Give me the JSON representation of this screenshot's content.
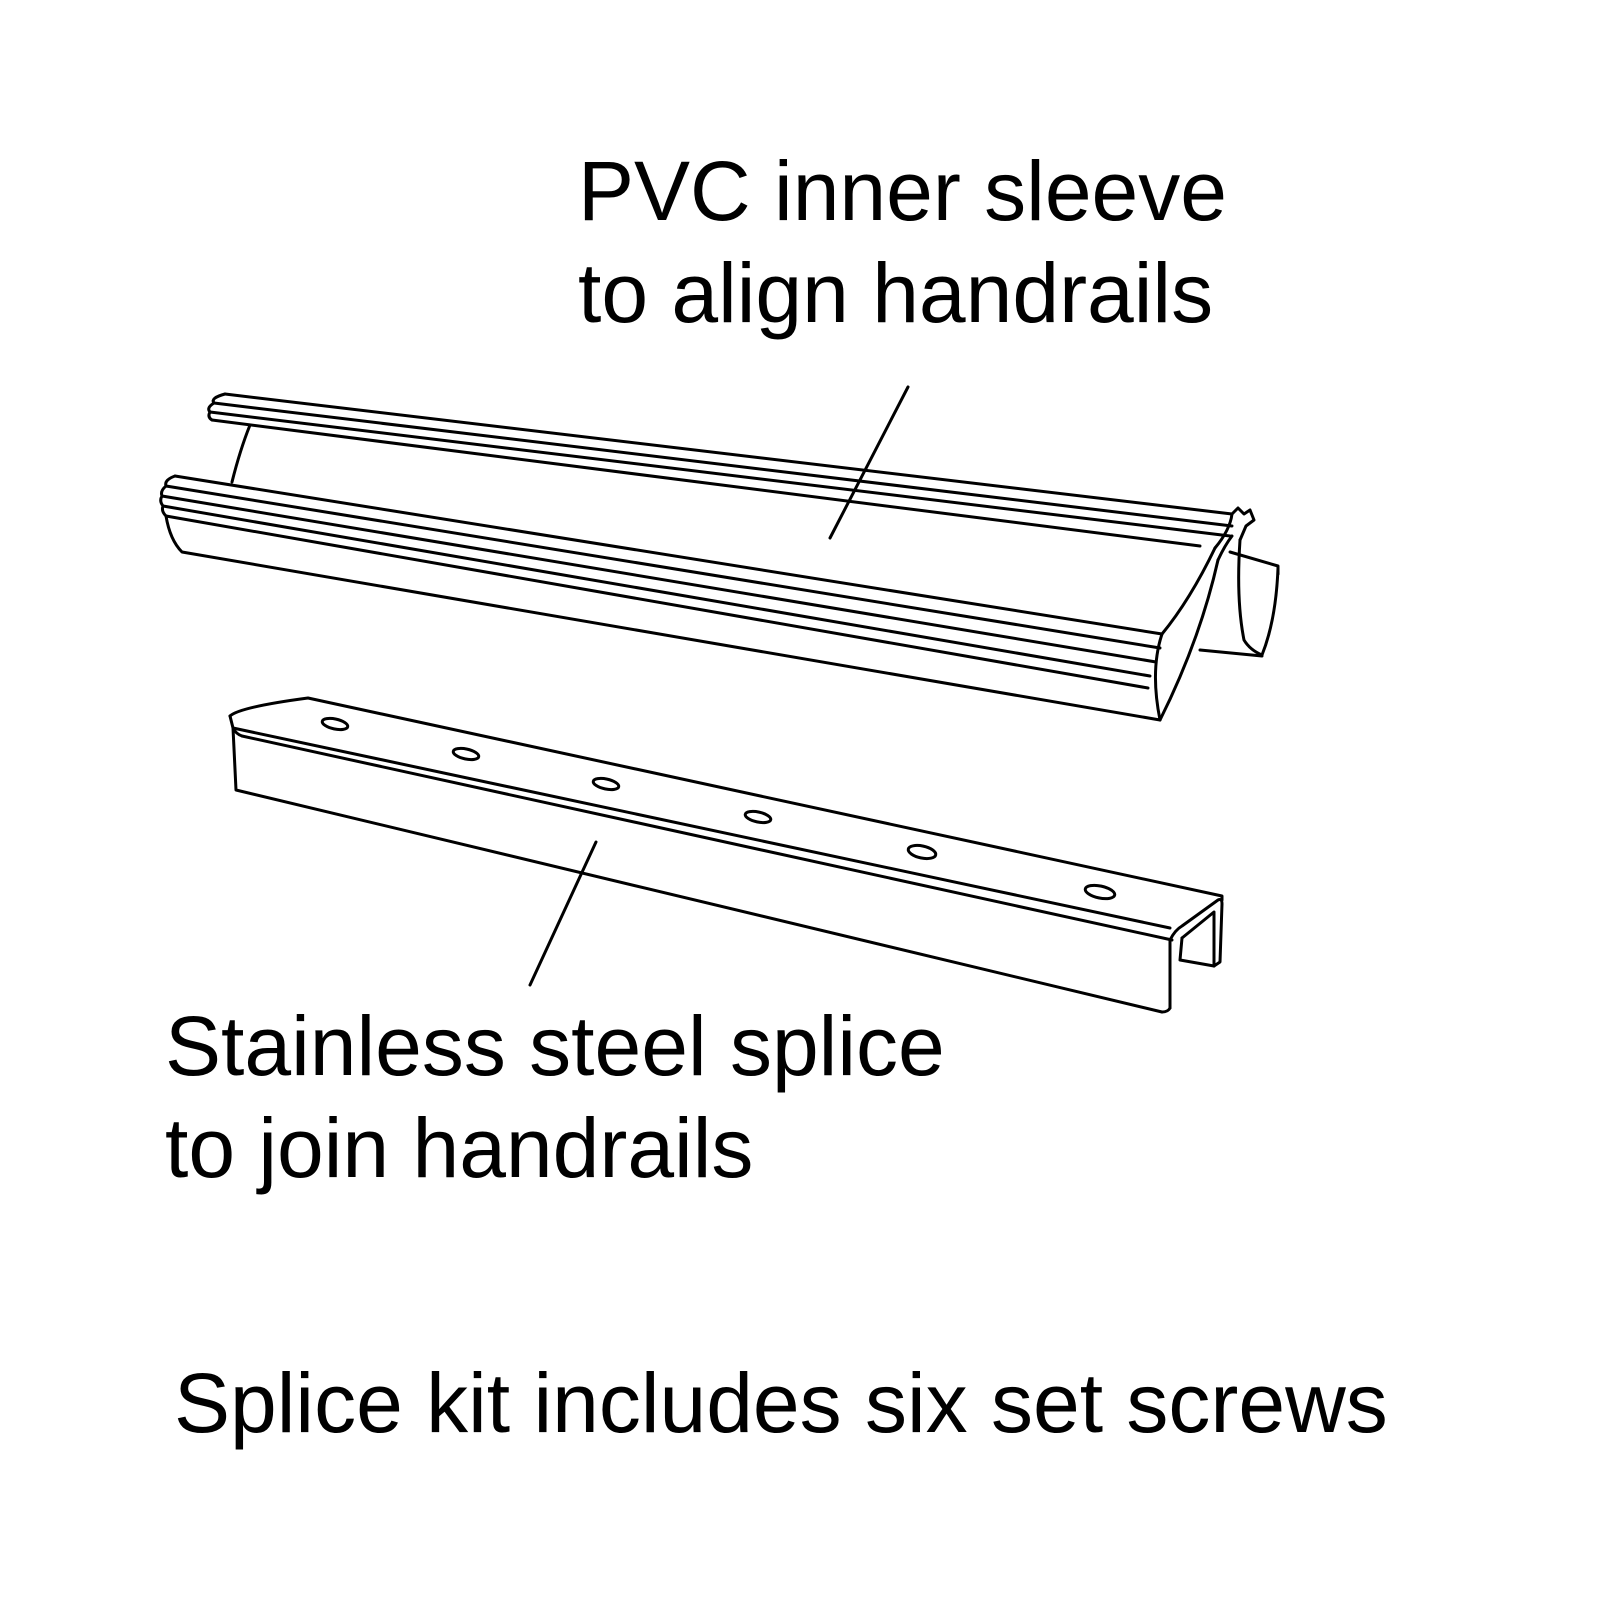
{
  "labels": {
    "sleeve": {
      "line1": "PVC inner sleeve",
      "line2": "to align handrails"
    },
    "splice": {
      "line1": "Stainless steel splice",
      "line2": "to join handrails"
    },
    "note": "Splice kit includes six set screws"
  },
  "parts": {
    "sleeve_rib_count": 3,
    "splice_hole_count": 6
  },
  "colors": {
    "stroke": "#000000",
    "background": "#ffffff"
  }
}
